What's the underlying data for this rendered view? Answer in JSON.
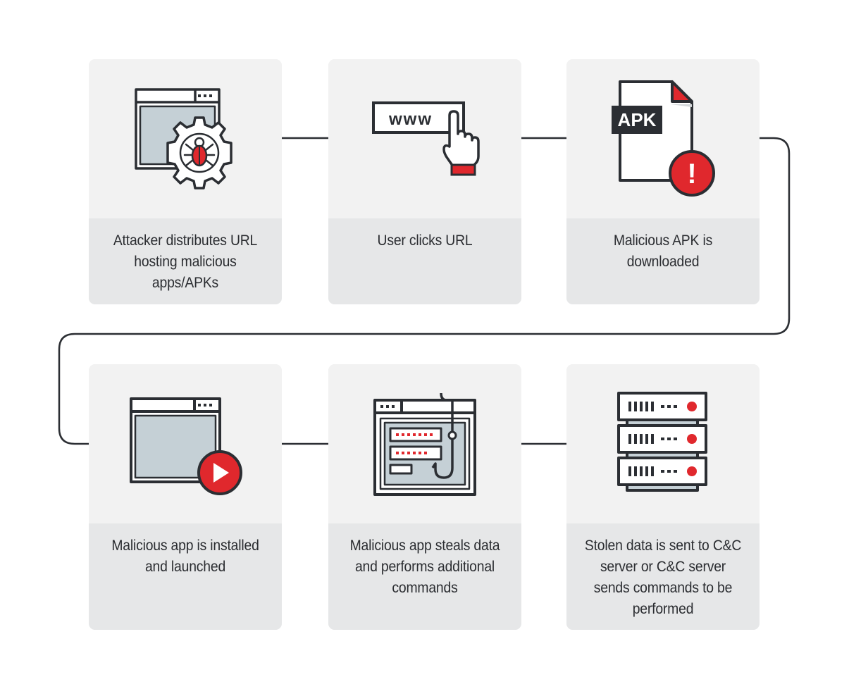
{
  "steps": [
    {
      "label": "Attacker distributes URL hosting malicious apps/APKs",
      "icon": "malware-bug-icon"
    },
    {
      "label": "User clicks URL",
      "icon": "url-click-icon",
      "url_text": "www"
    },
    {
      "label": "Malicious APK is downloaded",
      "icon": "apk-file-warning-icon",
      "file_text": "APK",
      "alert_text": "!"
    },
    {
      "label": "Malicious app is installed and launched",
      "icon": "app-launch-icon"
    },
    {
      "label": "Malicious app steals data and performs additional commands",
      "icon": "phishing-hook-icon"
    },
    {
      "label": "Stolen data is sent to C&C server or C&C server sends commands to be performed",
      "icon": "server-stack-icon"
    }
  ],
  "colors": {
    "card_top": "#f2f2f2",
    "card_bottom": "#e6e7e8",
    "stroke": "#2b2e33",
    "accent_red": "#e0282d",
    "screen_fill": "#c5d0d6",
    "text": "#2b2d31"
  }
}
